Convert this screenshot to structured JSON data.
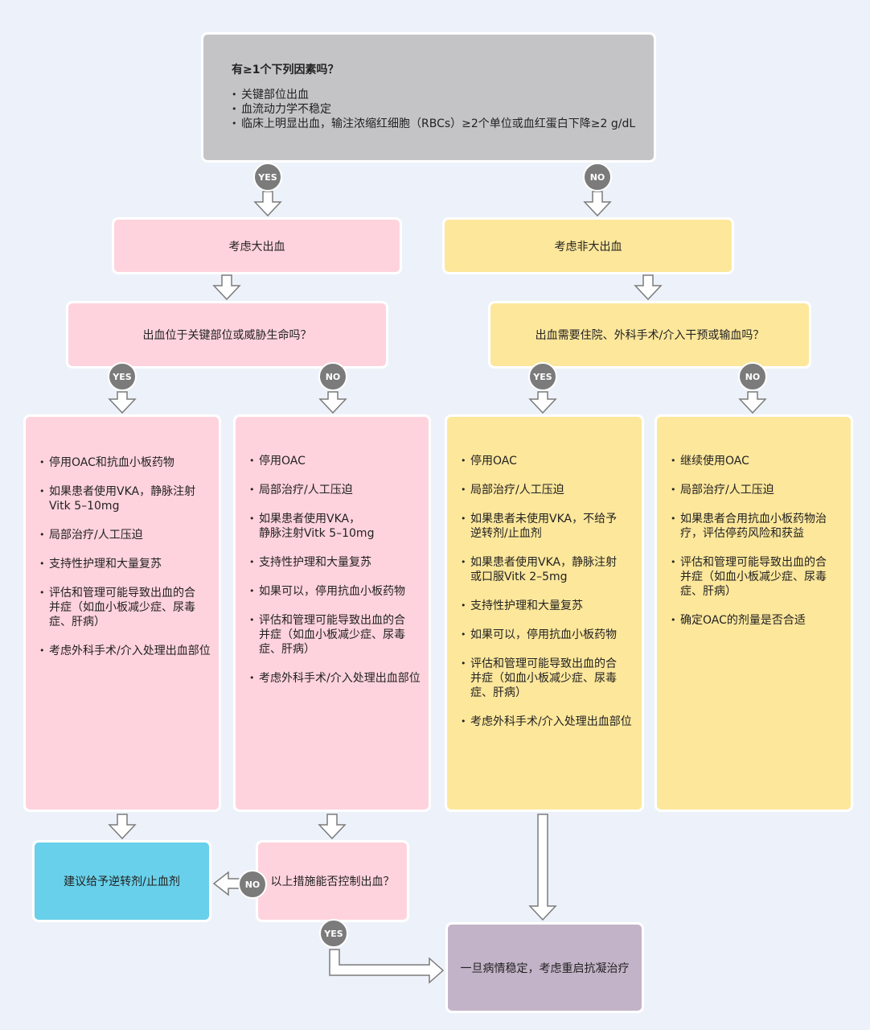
{
  "top": {
    "question": "有≥1个下列因素吗？",
    "items": [
      "关键部位出血",
      "血流动力学不稳定",
      "临床上明显出血，输注浓缩红细胞（RBCs）≥2个单位或血红蛋白下降≥2 g/dL"
    ]
  },
  "badges": {
    "yes": "YES",
    "no": "NO"
  },
  "major": {
    "title": "考虑大出血",
    "question": "出血位于关键部位或威胁生命吗？"
  },
  "nonmajor": {
    "title": "考虑非大出血",
    "question": "出血需要住院、外科手术/介入干预或输血吗？"
  },
  "col1": [
    "停用OAC和抗血小板药物",
    "如果患者使用VKA，静脉注射\nVitk 5–10mg",
    "局部治疗/人工压迫",
    "支持性护理和大量复苏",
    "评估和管理可能导致出血的合\n并症（如血小板减少症、尿毒\n症、肝病）",
    "考虑外科手术/介入处理出血部位"
  ],
  "col2": [
    "停用OAC",
    "局部治疗/人工压迫",
    "如果患者使用VKA，\n静脉注射Vitk 5–10mg",
    "支持性护理和大量复苏",
    "如果可以，停用抗血小板药物",
    "评估和管理可能导致出血的合\n并症（如血小板减少症、尿毒\n症、肝病）",
    "考虑外科手术/介入处理出血部位"
  ],
  "col3": [
    "停用OAC",
    "局部治疗/人工压迫",
    "如果患者未使用VKA，不给予\n逆转剂/止血剂",
    "如果患者使用VKA，静脉注射\n或口服Vitk 2–5mg",
    "支持性护理和大量复苏",
    "如果可以，停用抗血小板药物",
    "评估和管理可能导致出血的合\n并症（如血小板减少症、尿毒\n症、肝病）",
    "考虑外科手术/介入处理出血部位"
  ],
  "col4": [
    "继续使用OAC",
    "局部治疗/人工压迫",
    "如果患者合用抗血小板药物治\n疗，评估停药风险和获益",
    "评估和管理可能导致出血的合\n并症（如血小板减少症、尿毒\n症、肝病）",
    "确定OAC的剂量是否合适"
  ],
  "reversal": "建议给予逆转剂/止血剂",
  "control_question": "以上措施能否控制出血？",
  "restart": "一旦病情稳定，考虑重启抗凝治疗",
  "colors": {
    "background": "#edf2fa",
    "gray": "#c4c4c7",
    "pink": "#ffd3dd",
    "yellow": "#fde79b",
    "cyan": "#68d0ea",
    "purple": "#c3b3c8",
    "badge": "#7b7b7b"
  }
}
